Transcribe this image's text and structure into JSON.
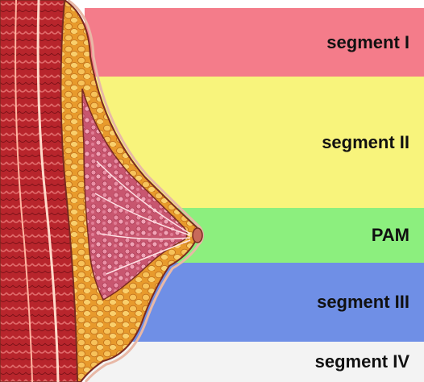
{
  "segments": [
    {
      "label": "segment I",
      "color": "#f47c8a"
    },
    {
      "label": "segment II",
      "color": "#f8f47c"
    },
    {
      "label": "PAM",
      "color": "#8cef7e"
    },
    {
      "label": "segment III",
      "color": "#6f8fe6"
    },
    {
      "label": "segment IV",
      "color": "#f3f3f3"
    }
  ],
  "anatomy_colors": {
    "muscle": "#b8252c",
    "fat": "#f1a83a",
    "gland": "#d9718a",
    "skin": "#e8b8a6",
    "outline": "#7a2a20"
  }
}
